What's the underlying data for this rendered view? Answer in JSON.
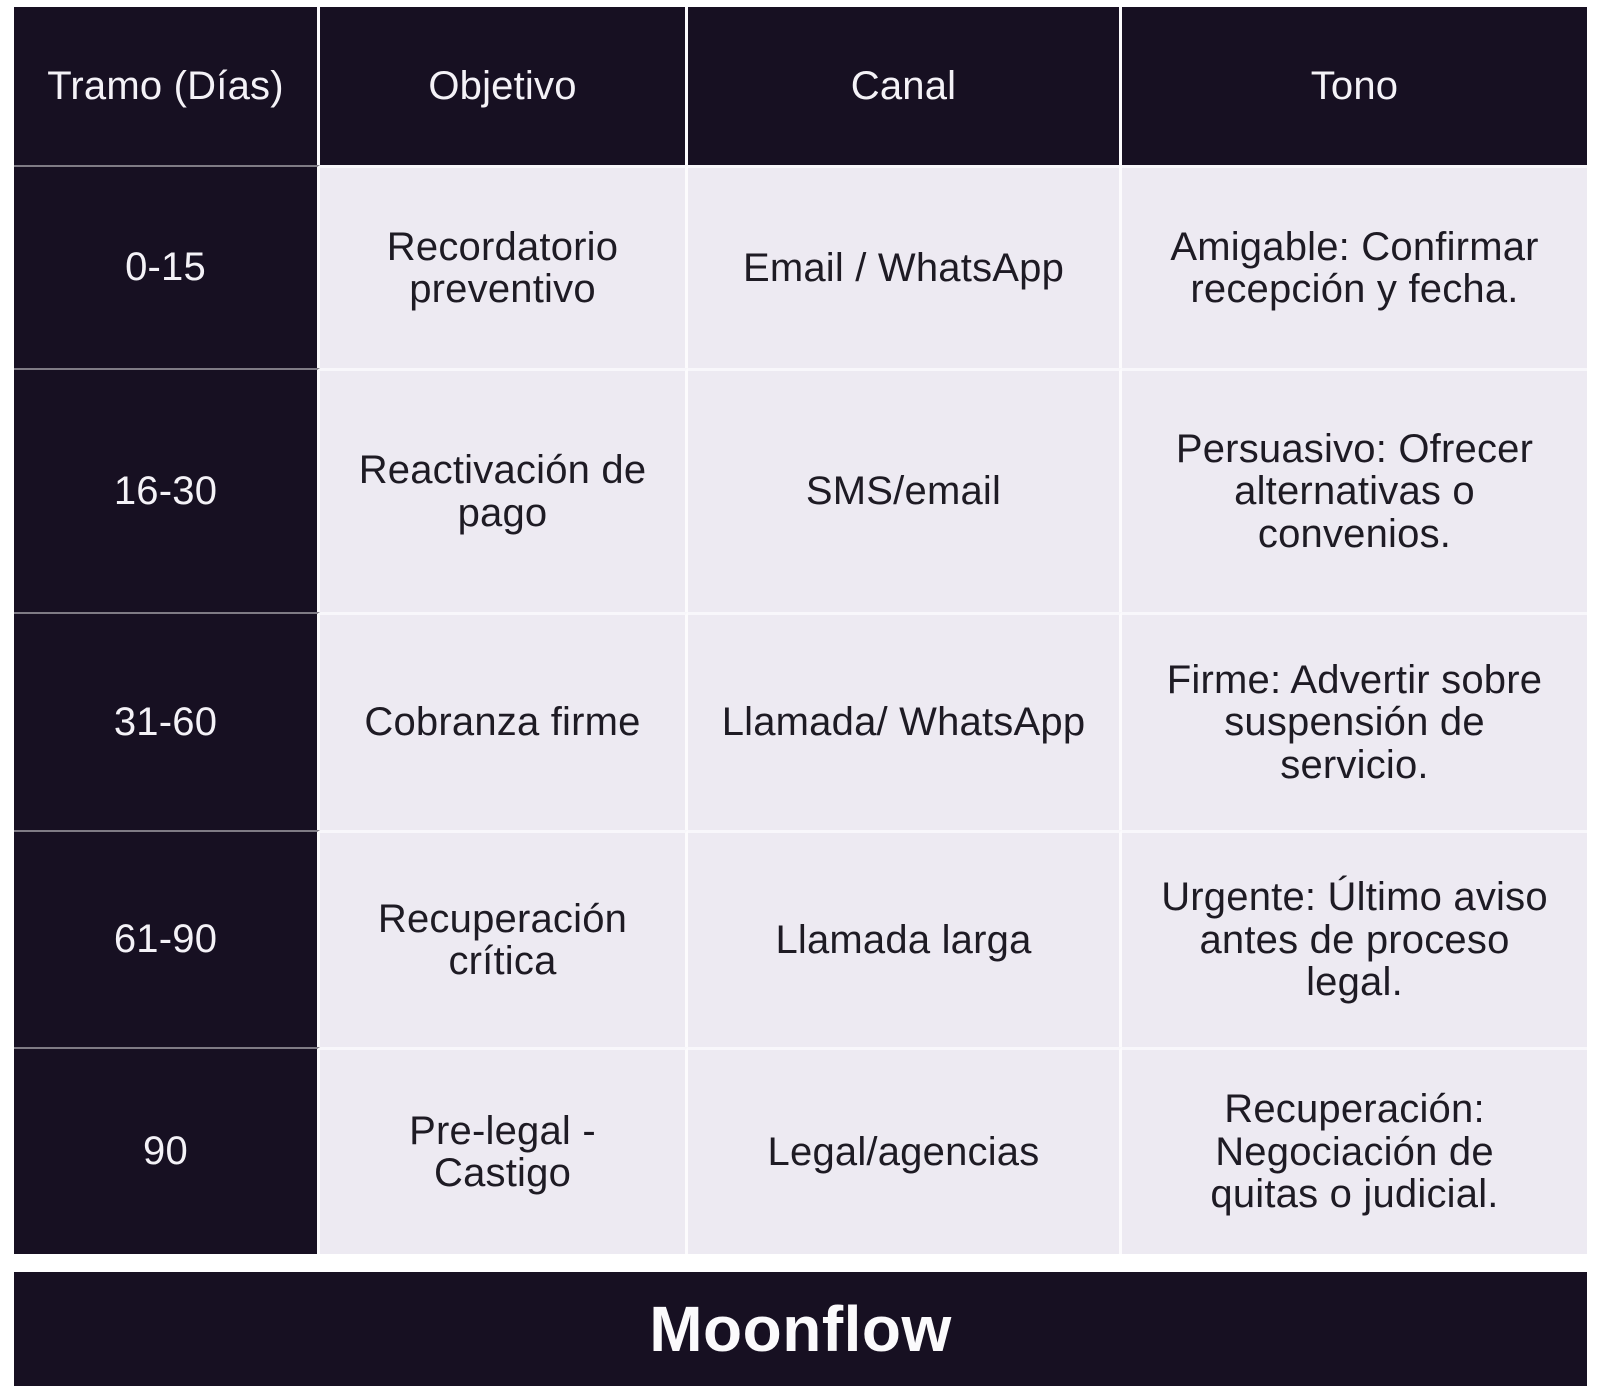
{
  "table": {
    "headers": {
      "tramo": "Tramo (Días)",
      "objetivo": "Objetivo",
      "canal": "Canal",
      "tono": "Tono"
    },
    "rows": [
      {
        "tramo": "0-15",
        "objetivo": "Recordatorio preventivo",
        "canal": "Email / WhatsApp",
        "tono": "Amigable: Confirmar recepción y fecha."
      },
      {
        "tramo": "16-30",
        "objetivo": "Reactivación de pago",
        "canal": "SMS/email",
        "tono": "Persuasivo: Ofrecer alternativas o convenios."
      },
      {
        "tramo": "31-60",
        "objetivo": "Cobranza firme",
        "canal": "Llamada/ WhatsApp",
        "tono": "Firme: Advertir sobre suspensión de servicio."
      },
      {
        "tramo": "61-90",
        "objetivo": "Recuperación crítica",
        "canal": "Llamada larga",
        "tono": "Urgente: Último aviso antes de proceso legal."
      },
      {
        "tramo": "90",
        "objetivo": "Pre-legal - Castigo",
        "canal": "Legal/agencias",
        "tono": "Recuperación: Negociación de quitas o judicial."
      }
    ]
  },
  "footer": {
    "brand": "Moonflow"
  },
  "colors": {
    "header_bg": "#171022",
    "body_cell_bg": "#edeaf2",
    "footer_bg": "#171022",
    "header_text": "#f4f2f7",
    "body_text": "#1e1b24"
  }
}
